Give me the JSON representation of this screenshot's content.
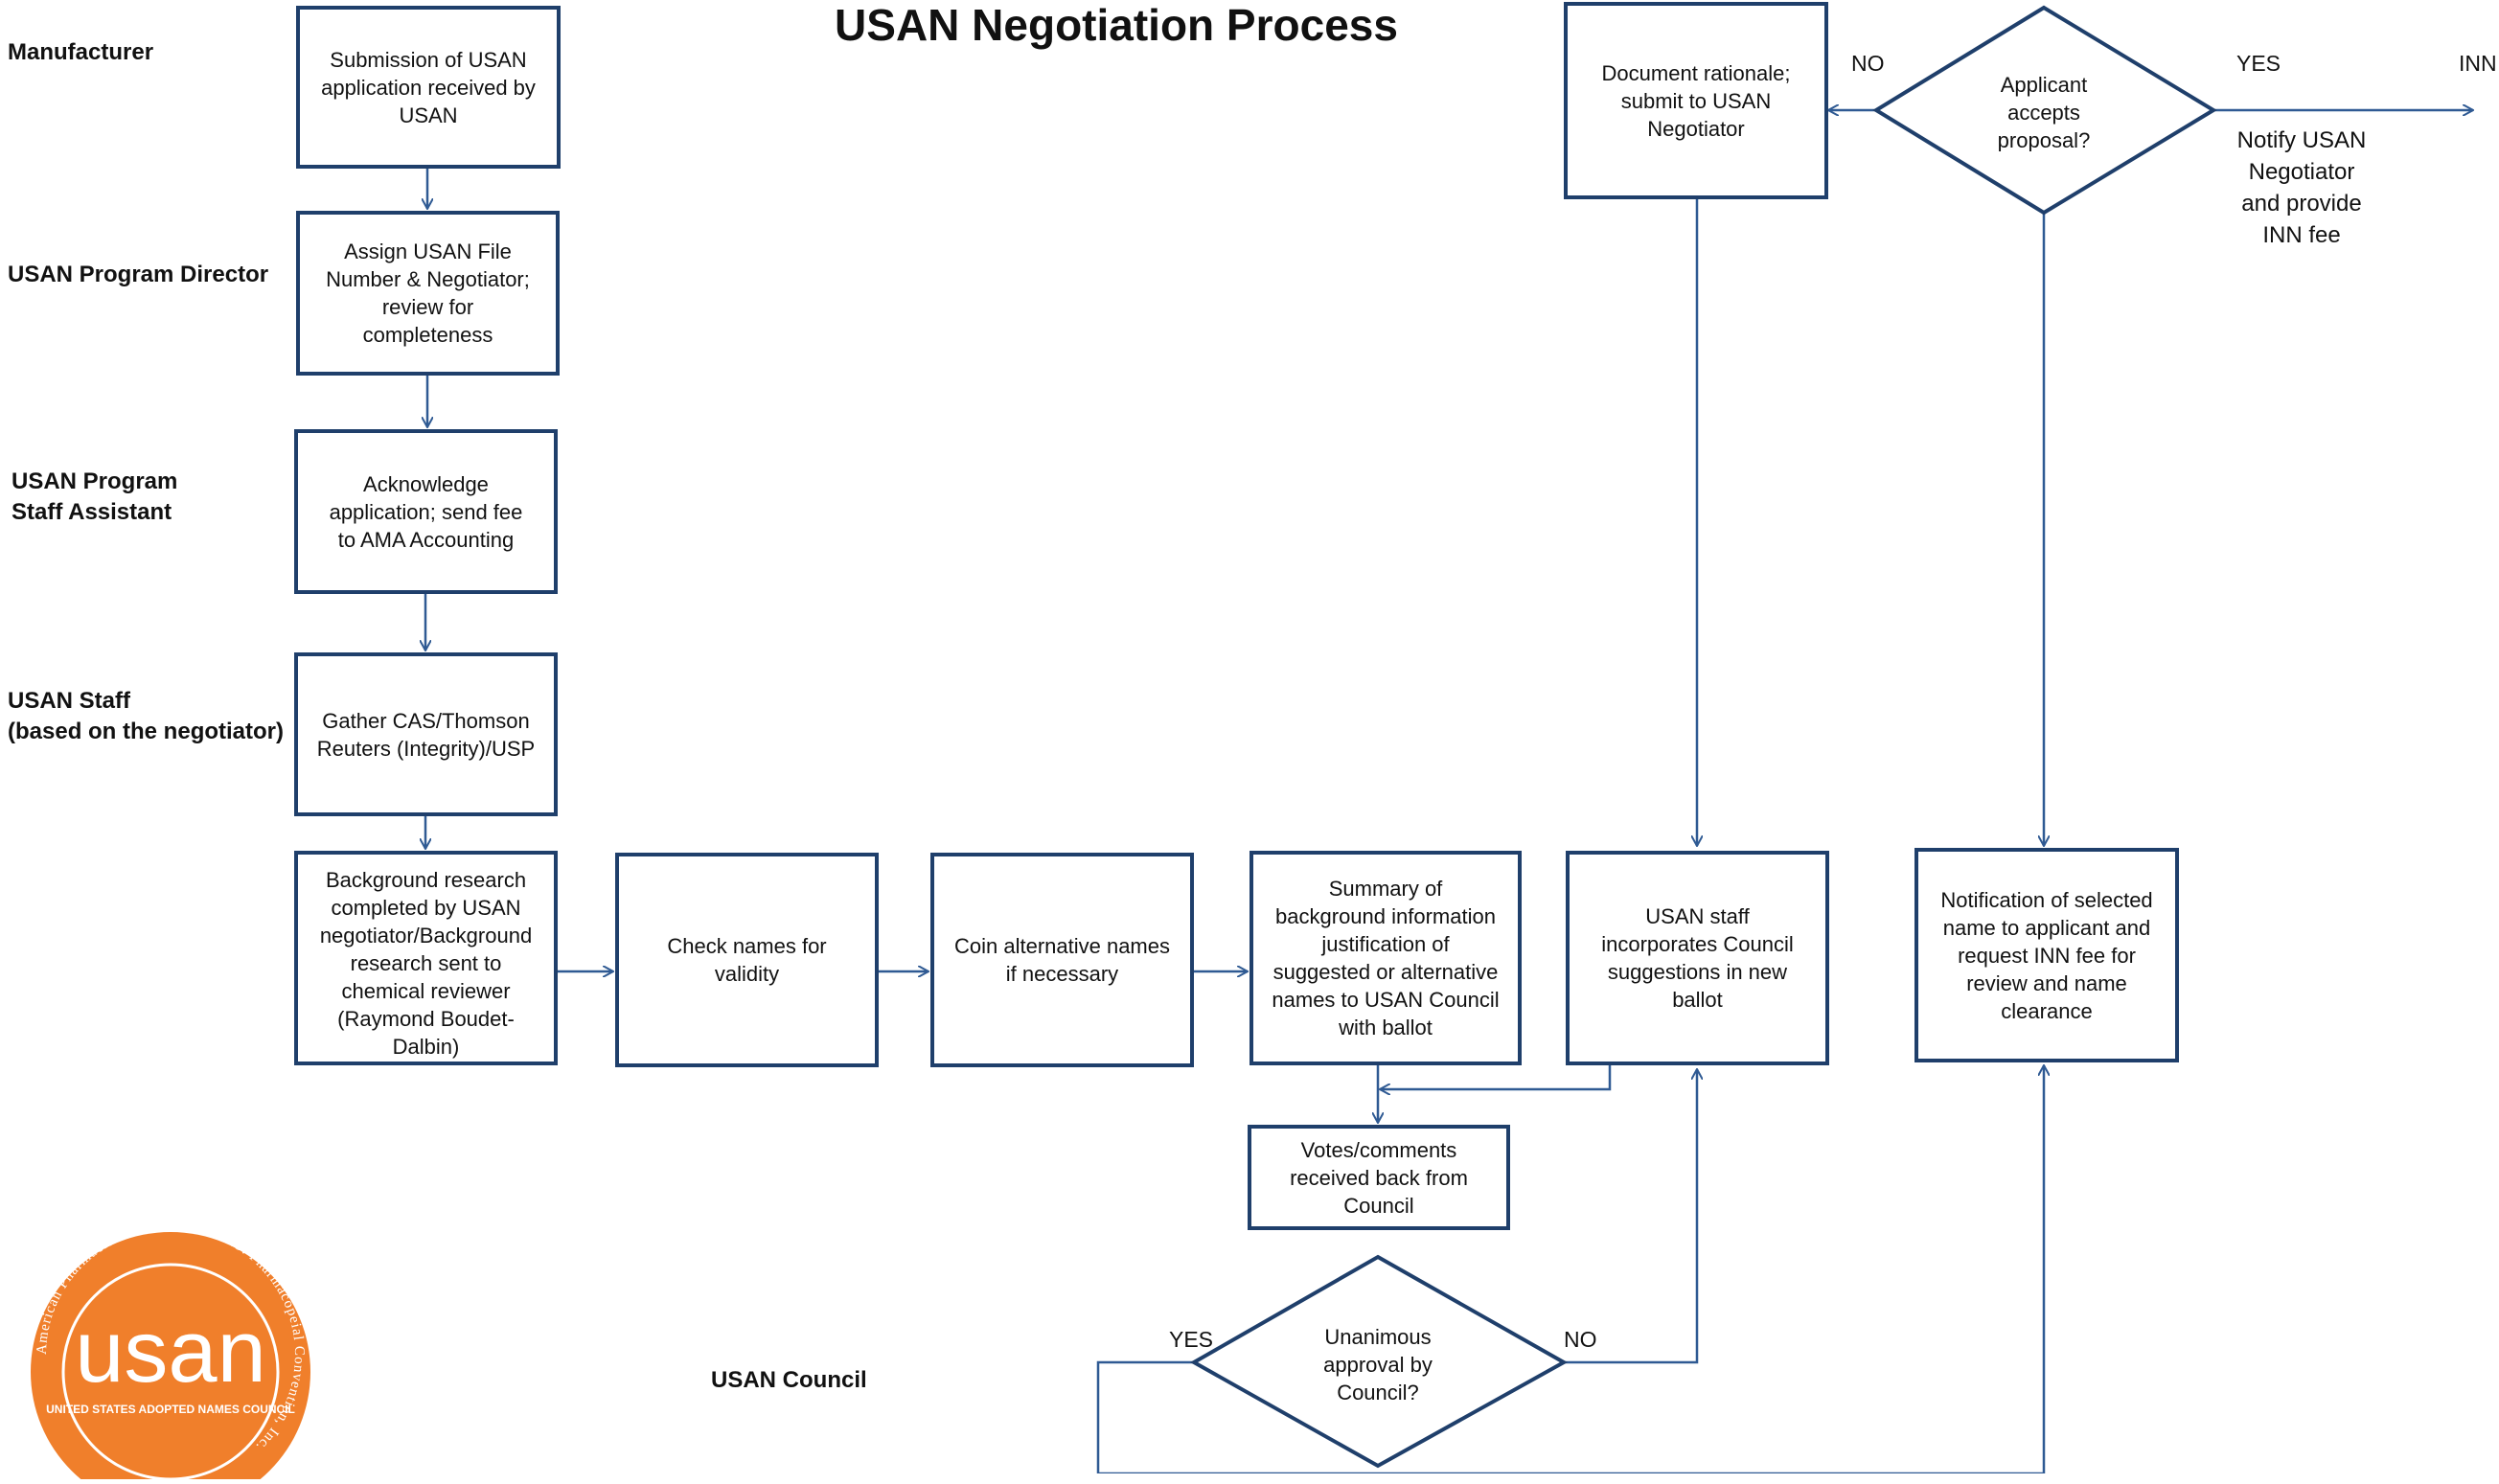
{
  "title": "USAN Negotiation Process",
  "lanes": {
    "manufacturer": "Manufacturer",
    "program_director": "USAN Program Director",
    "staff_assistant_1": "USAN Program",
    "staff_assistant_2": "Staff Assistant",
    "usan_staff_1": "USAN Staff",
    "usan_staff_2": "(based on the negotiator)",
    "usan_council": "USAN Council"
  },
  "boxes": {
    "submission": "Submission of USAN\napplication received by\nUSAN",
    "assign": "Assign USAN File\nNumber & Negotiator;\nreview for\ncompleteness",
    "acknowledge": "Acknowledge\napplication; send fee\nto AMA Accounting",
    "gather": "Gather CAS/Thomson\nReuters (Integrity)/USP",
    "background": "Background research\ncompleted by USAN\nnegotiator/Background\nresearch sent to\nchemical reviewer\n(Raymond Boudet-\nDalbin)",
    "check_names": "Check names for\nvalidity",
    "coin": "Coin alternative names\nif necessary",
    "summary": "Summary of\nbackground information\njustification of\nsuggested or alternative\nnames to USAN Council\nwith ballot",
    "staff_incorporates": "USAN staff\nincorporates Council\nsuggestions in new\nballot",
    "notification": "Notification of selected\nname to applicant and\nrequest INN fee for\nreview and name\nclearance",
    "votes": "Votes/comments\nreceived back from\nCouncil",
    "document_rationale": "Document rationale;\nsubmit to USAN\nNegotiator"
  },
  "decisions": {
    "applicant_accepts": "Applicant\naccepts\nproposal?",
    "unanimous": "Unanimous\napproval by\nCouncil?"
  },
  "labels": {
    "no_top": "NO",
    "yes_top": "YES",
    "inn": "INN",
    "notify_inn": "Notify USAN\nNegotiator\nand provide\nINN fee",
    "yes_bottom": "YES",
    "no_bottom": "NO"
  },
  "logo": {
    "wordmark": "usan",
    "ring_text": "American Pharmacists Association · U.S. Pharmacopeial Convention, Inc.",
    "band_text": "UNITED STATES ADOPTED NAMES COUNCIL",
    "color": "#f07f2b"
  },
  "colors": {
    "box_border": "#1f3f6b",
    "connector": "#2f5a93"
  }
}
